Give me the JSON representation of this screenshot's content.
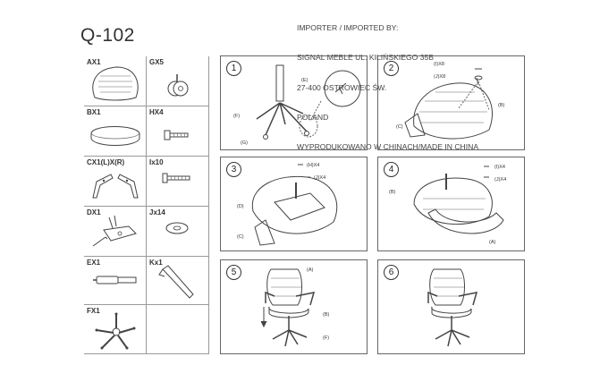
{
  "header": {
    "model": "Q-102",
    "importer_lines": [
      "IMPORTER / IMPORTED BY:",
      "SIGNAL MEBLE  UL. KILIŃSKIEGO 35B",
      "27-400 OSTROWIEC ŚW.",
      "POLAND",
      "WYPRODUKOWANO W CHINACH/MADE IN CHINA"
    ]
  },
  "parts": [
    {
      "code": "AX1",
      "icon": "backrest-part"
    },
    {
      "code": "GX5",
      "icon": "caster-wheel-part"
    },
    {
      "code": "BX1",
      "icon": "seat-cushion-part"
    },
    {
      "code": "HX4",
      "icon": "bolt-screw-part"
    },
    {
      "code": "CX1(L)X(R)",
      "icon": "armrest-pair-part"
    },
    {
      "code": "Ix10",
      "icon": "long-screw-part"
    },
    {
      "code": "DX1",
      "icon": "tilt-mechanism-part"
    },
    {
      "code": "Jx14",
      "icon": "washer-part"
    },
    {
      "code": "EX1",
      "icon": "gas-lift-part"
    },
    {
      "code": "Kx1",
      "icon": "allen-key-part"
    },
    {
      "code": "FX1",
      "icon": "star-base-part"
    },
    {
      "code": "",
      "icon": "empty-cell"
    }
  ],
  "steps": [
    {
      "num": "1",
      "labels": [
        "(E)",
        "(F)",
        "(G)"
      ]
    },
    {
      "num": "2",
      "labels": [
        "(I)X8",
        "(J)X8",
        "(B)",
        "(C)"
      ]
    },
    {
      "num": "3",
      "labels": [
        "(H)X4",
        "(J)X4",
        "(D)",
        "(C)"
      ]
    },
    {
      "num": "4",
      "labels": [
        "(I)X4",
        "(J)X4",
        "(B)",
        "(A)"
      ]
    },
    {
      "num": "5",
      "labels": [
        "(A)",
        "(B)",
        "(F)"
      ]
    },
    {
      "num": "6",
      "labels": []
    }
  ]
}
